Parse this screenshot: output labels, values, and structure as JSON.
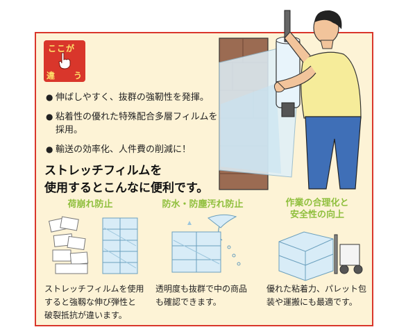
{
  "badge": {
    "top": "ここが",
    "bottom": [
      "違",
      "う"
    ]
  },
  "bullets": [
    "伸ばしやすく、抜群の強靭性を発揮。",
    "粘着性の優れた特殊配合多層フィルムを採用。",
    "輸送の効率化、人件費の削減に！"
  ],
  "bullet_mark": "●",
  "headline": [
    "ストレッチフィルムを",
    "使用するとこんなに便利です。"
  ],
  "columns": [
    {
      "title": [
        "荷崩れ防止"
      ],
      "text": [
        "ストレッチフィルムを使用",
        "すると強靱な伸び弾性と",
        "破裂抵抗が違います。"
      ]
    },
    {
      "title": [
        "防水・防塵汚れ防止"
      ],
      "text": [
        "透明度も抜群で中の商品",
        "も確認できます。"
      ]
    },
    {
      "title": [
        "作業の合理化と",
        "安全性の向上"
      ],
      "text": [
        "優れた粘着力、パレット包",
        "装や運搬にも最適です。"
      ]
    }
  ],
  "colors": {
    "border": "#d9362b",
    "card_bg": "#fdf3d6",
    "accent_green": "#8fbf3d",
    "shirt": "#f6ec9a",
    "pants": "#3f6fb7",
    "wall": "#9b6b52",
    "film": "#d8ecf7"
  }
}
